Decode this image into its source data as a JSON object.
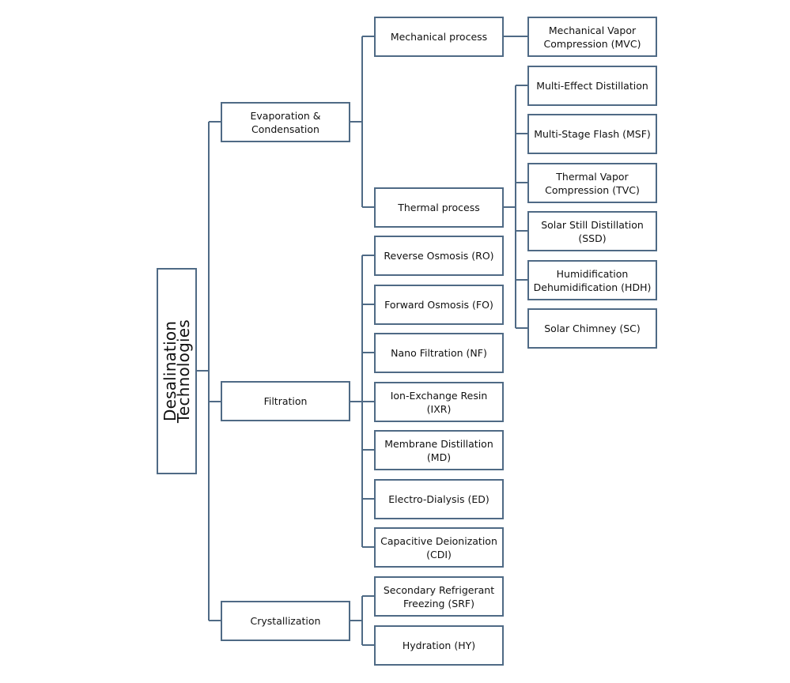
{
  "root": "Desalination Technologies",
  "level1": {
    "evaporation": "Evaporation & Condensation",
    "filtration": "Filtration",
    "crystallization": "Crystallization"
  },
  "level2": {
    "mechanical": "Mechanical process",
    "thermal": "Thermal process"
  },
  "mechanical_items": [
    "Mechanical Vapor Compression (MVC)"
  ],
  "thermal_items": [
    "Multi-Effect Distillation",
    "Multi-Stage Flash (MSF)",
    "Thermal Vapor Compression (TVC)",
    "Solar Still Distillation (SSD)",
    "Humidification Dehumidification (HDH)",
    "Solar Chimney (SC)"
  ],
  "filtration_items": [
    "Reverse Osmosis (RO)",
    "Forward Osmosis (FO)",
    "Nano Filtration (NF)",
    "Ion-Exchange Resin (IXR)",
    "Membrane Distillation (MD)",
    "Electro-Dialysis (ED)",
    "Capacitive Deionization (CDI)"
  ],
  "crystallization_items": [
    "Secondary Refrigerant Freezing (SRF)",
    "Hydration (HY)"
  ],
  "colors": {
    "border": "#4f6a85",
    "line": "#4f6a85",
    "text": "#111111"
  }
}
